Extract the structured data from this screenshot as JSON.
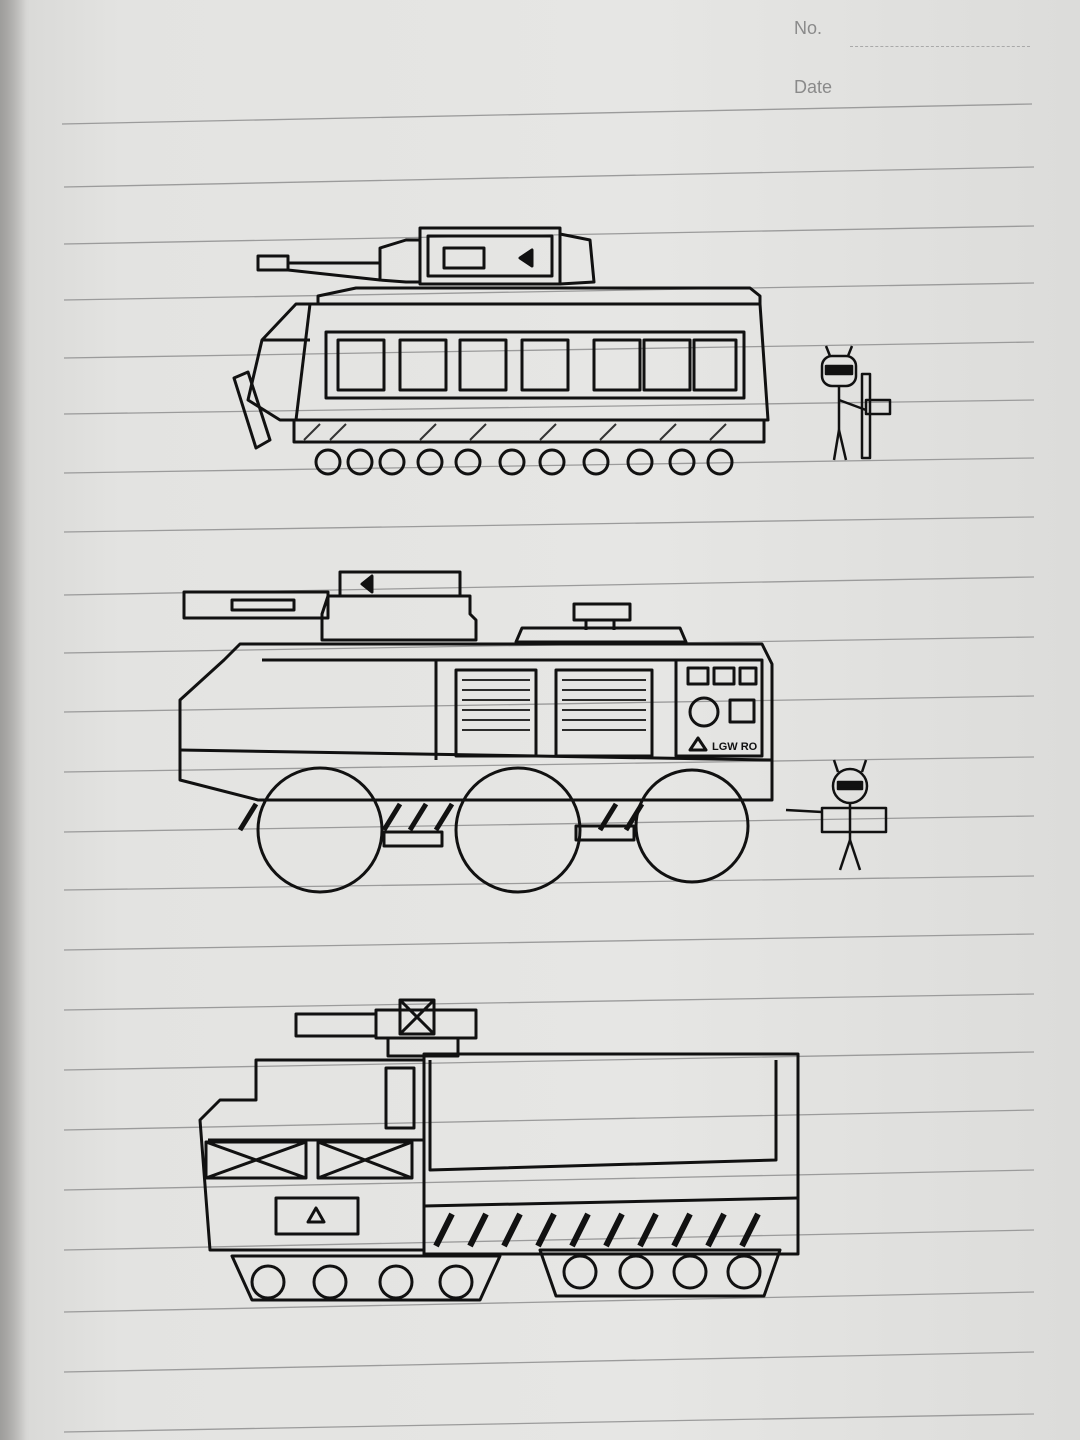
{
  "header": {
    "no_label": "No.",
    "date_label": "Date"
  },
  "vehicles": [
    {
      "type": "tracked-apc",
      "icon": "tracked-apc-drawing"
    },
    {
      "type": "wheeled-ifv",
      "icon": "wheeled-ifv-drawing",
      "panel_text": "LGW RO"
    },
    {
      "type": "half-track-truck",
      "icon": "cargo-truck-drawing"
    }
  ],
  "colors": {
    "paper": "#e4e4e2",
    "ruling": "#9b9b9b",
    "ink": "#111111"
  }
}
